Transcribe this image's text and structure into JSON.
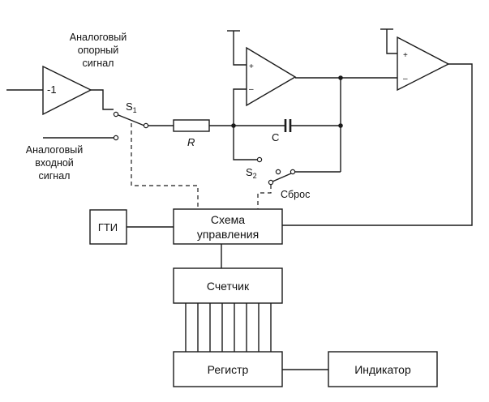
{
  "labels": {
    "analog_reference": [
      "Аналоговый",
      "опорный",
      "сигнал"
    ],
    "analog_input": [
      "Аналоговый",
      "входной",
      "сигнал"
    ],
    "inverter": "-1",
    "switch1": "S",
    "switch1_sub": "1",
    "switch2": "S",
    "switch2_sub": "2",
    "resistor": "R",
    "capacitor": "C",
    "reset": "Сброс",
    "plus": "+",
    "minus": "–"
  },
  "blocks": {
    "clock": "ГТИ",
    "control": [
      "Схема",
      "управления"
    ],
    "counter": "Счетчик",
    "register": "Регистр",
    "indicator": "Индикатор"
  }
}
